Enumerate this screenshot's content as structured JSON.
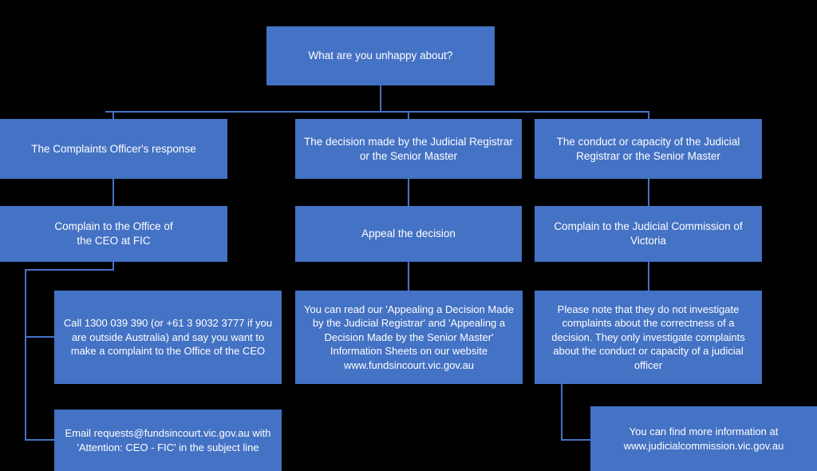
{
  "diagram": {
    "title": "Complaints pathway flowchart",
    "colors": {
      "box_fill": "#4472C4",
      "text": "#FFFFFF",
      "background": "#000000",
      "connector": "#4472C4"
    },
    "nodes": {
      "root": "What are you unhappy about?",
      "branch_left": "The Complaints Officer's response",
      "branch_middle": "The decision made by the Judicial Registrar or the Senior Master",
      "branch_right": "The conduct or capacity of the Judicial Registrar or the Senior Master",
      "action_left": "Complain to the Office of\nthe CEO at FIC",
      "action_middle": "Appeal the decision",
      "action_right": "Complain to the Judicial Commission of Victoria",
      "detail_left_phone": "Call 1300 039 390 (or +61 3 9032 3777 if you are outside Australia) and say you want to make a complaint to the Office of the CEO",
      "detail_middle": "You can read our 'Appealing a Decision Made by the Judicial Registrar' and 'Appealing a Decision Made by the Senior Master' Information Sheets on our website www.fundsincourt.vic.gov.au",
      "detail_right": "Please note that they do not investigate complaints about the correctness of a decision. They only investigate complaints about the conduct or capacity of a judicial officer",
      "detail_left_email": "Email requests@fundsincourt.vic.gov.au with 'Attention: CEO - FIC' in the subject line",
      "detail_right_info": "You can find more information at www.judicialcommission.vic.gov.au"
    }
  }
}
